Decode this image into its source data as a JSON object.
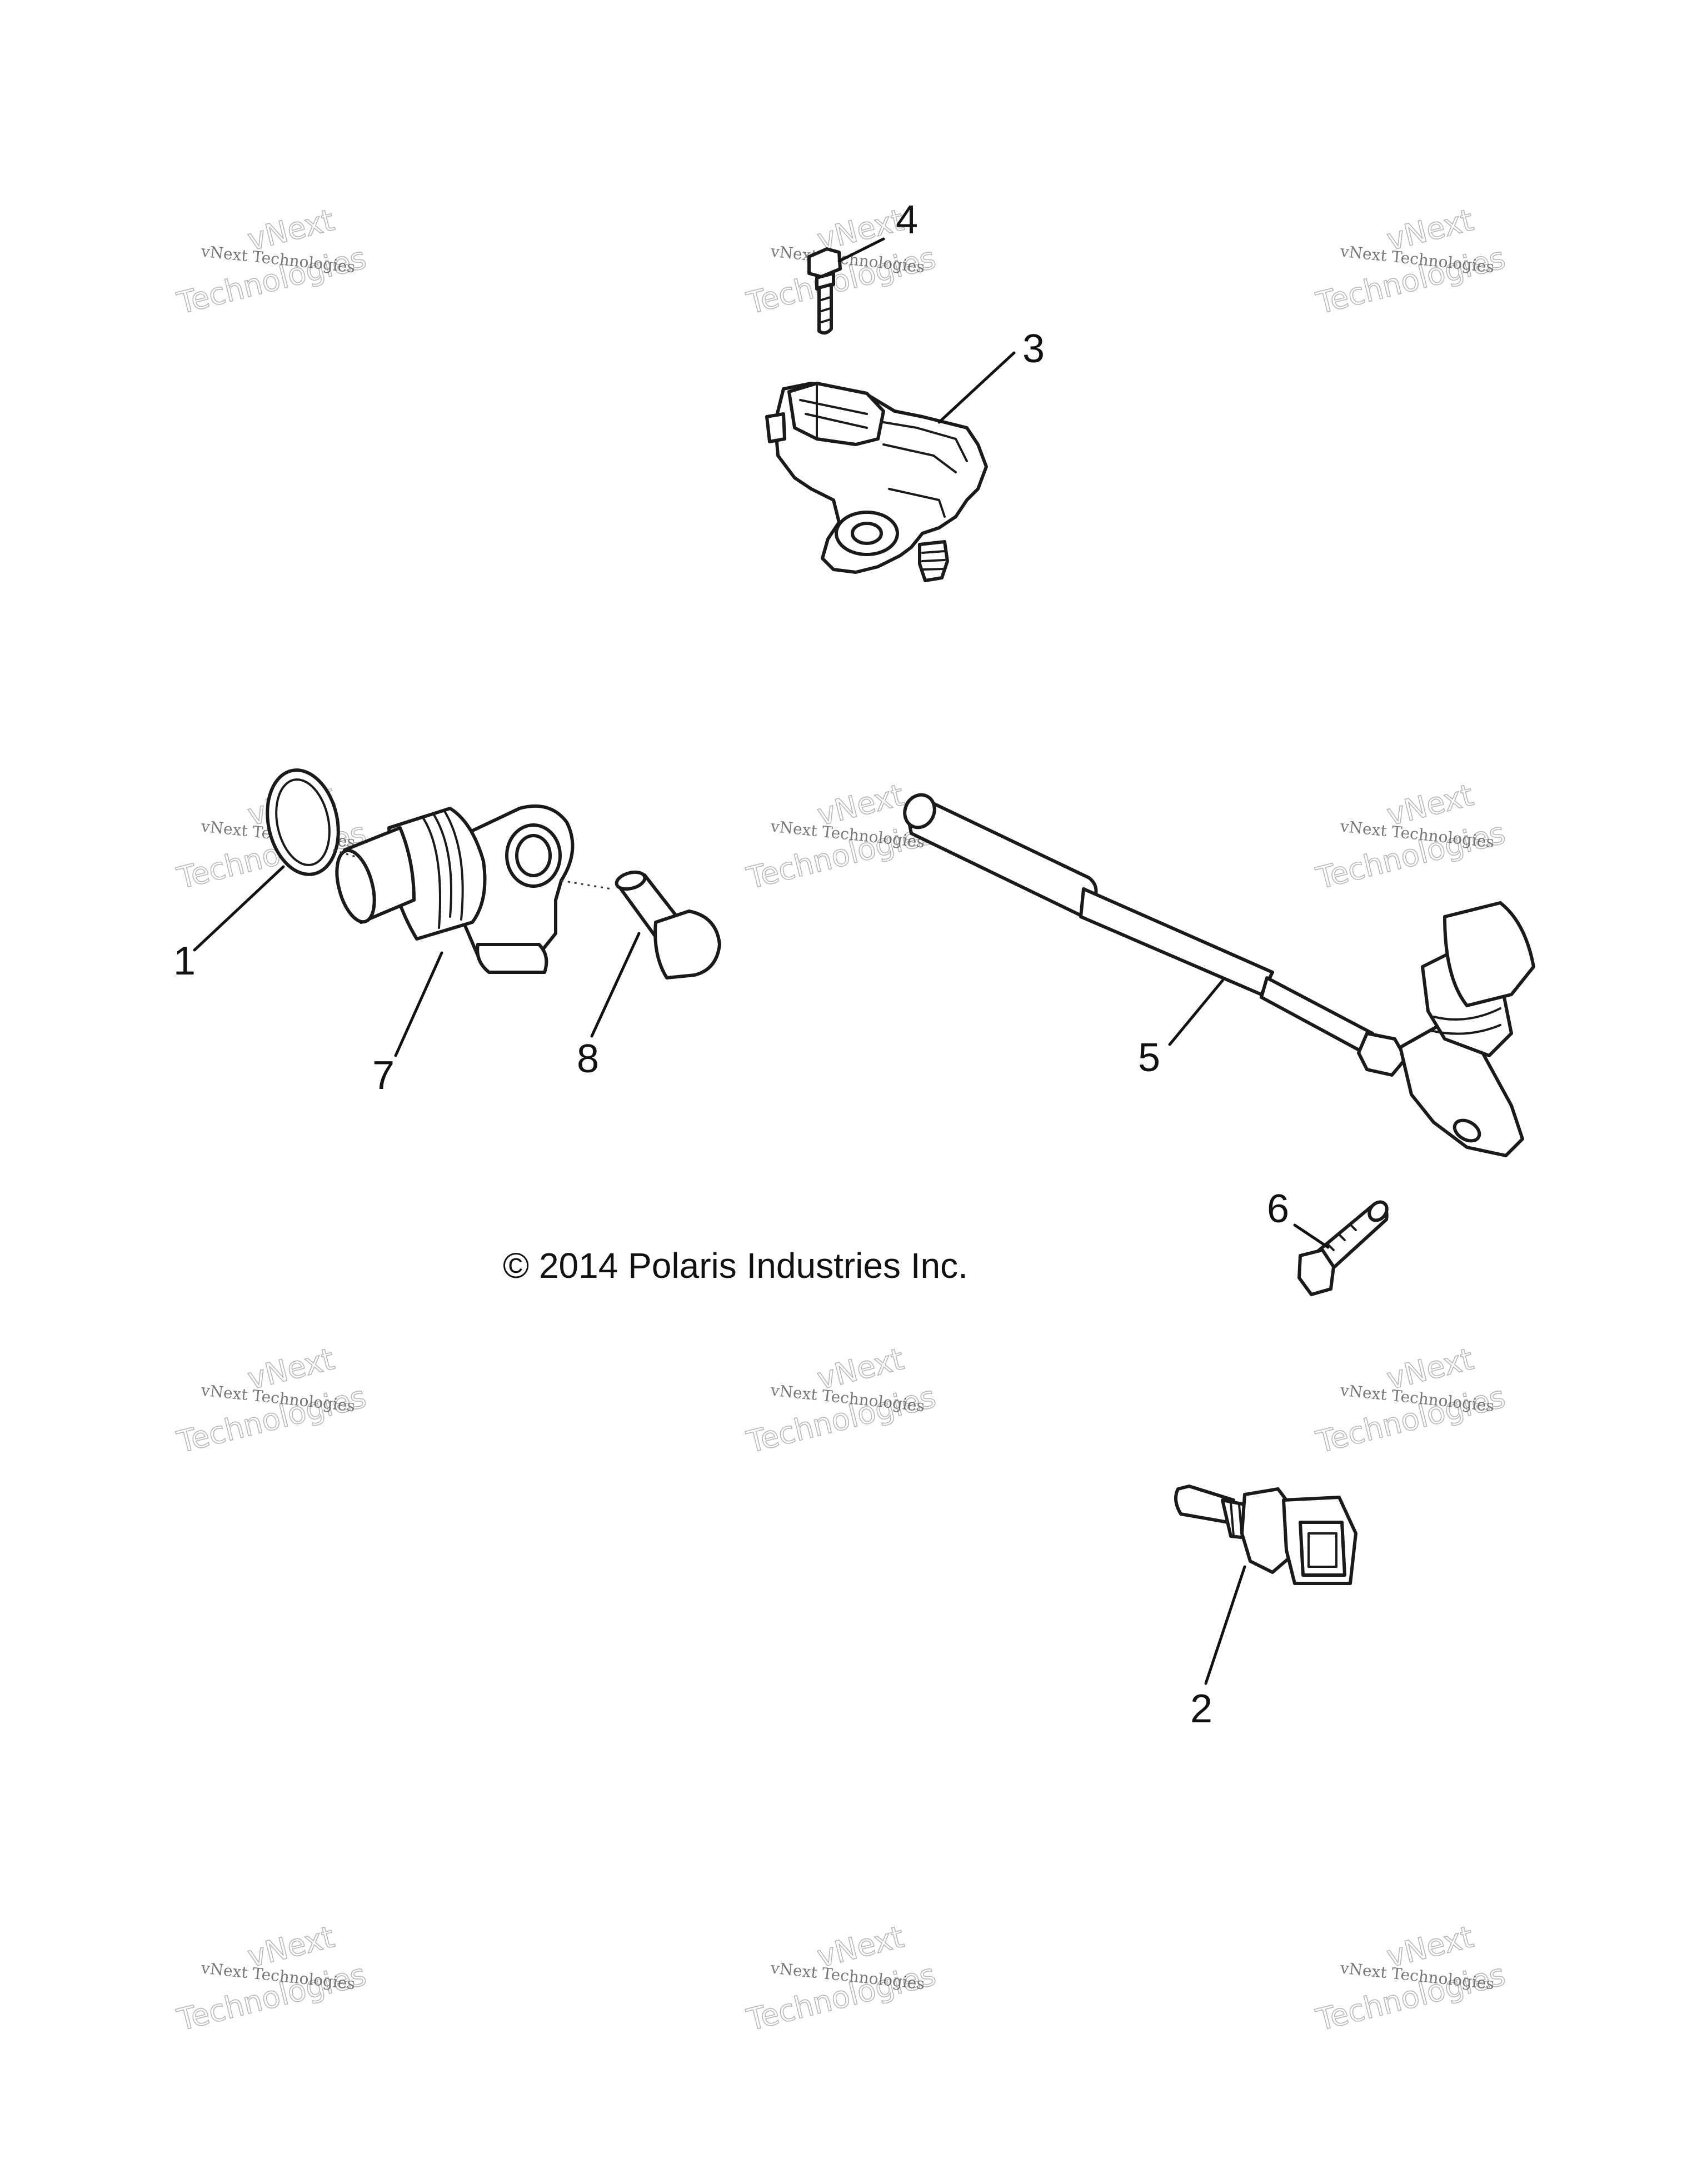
{
  "diagram": {
    "copyright": "© 2014 Polaris Industries Inc.",
    "watermark": {
      "small_text": "vNext Technologies",
      "big_top": "vNext",
      "big_bottom": "Technologies"
    },
    "callouts": [
      "1",
      "2",
      "3",
      "4",
      "5",
      "6",
      "7",
      "8"
    ],
    "line_color": "#1a1a1a",
    "background": "#ffffff"
  }
}
